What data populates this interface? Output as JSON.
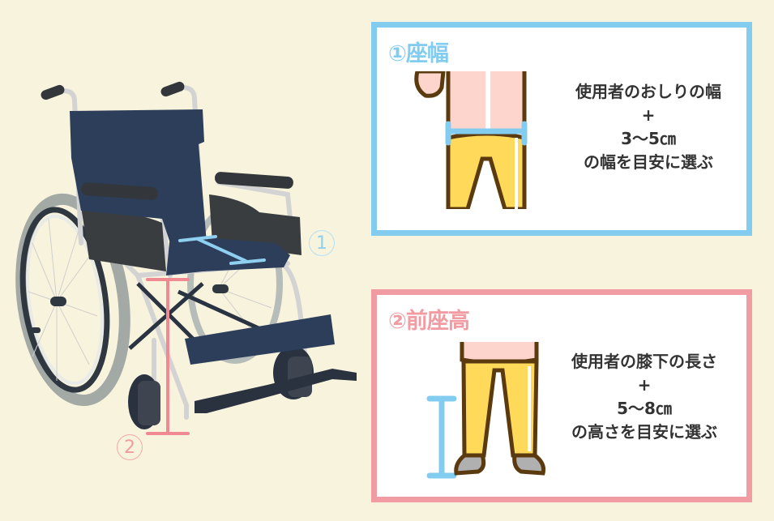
{
  "colors": {
    "background": "#f8f3dc",
    "seat_width_accent": "#82ccf0",
    "seat_height_accent": "#f09ca2",
    "text": "#333333",
    "wheelchair_fabric": "#2c3e5a",
    "wheelchair_frame": "#d3d3d3",
    "pants": "#ffd95a",
    "shirt": "#fdd5cc",
    "outline": "#5a3a0e"
  },
  "illustration": {
    "subject": "wheelchair",
    "markers": [
      {
        "id": "1",
        "label": "①",
        "measure": "seat-width",
        "color": "#82ccf0"
      },
      {
        "id": "2",
        "label": "②",
        "measure": "front-seat-height",
        "color": "#f09ca2"
      }
    ]
  },
  "panels": [
    {
      "id": "seat-width",
      "title": "①座幅",
      "lines": [
        "使用者のおしりの幅",
        "+",
        "3〜5㎝",
        "の幅を目安に選ぶ"
      ]
    },
    {
      "id": "front-seat-height",
      "title": "②前座高",
      "lines": [
        "使用者の膝下の長さ",
        "+",
        "5〜8㎝",
        "の高さを目安に選ぶ"
      ]
    }
  ]
}
